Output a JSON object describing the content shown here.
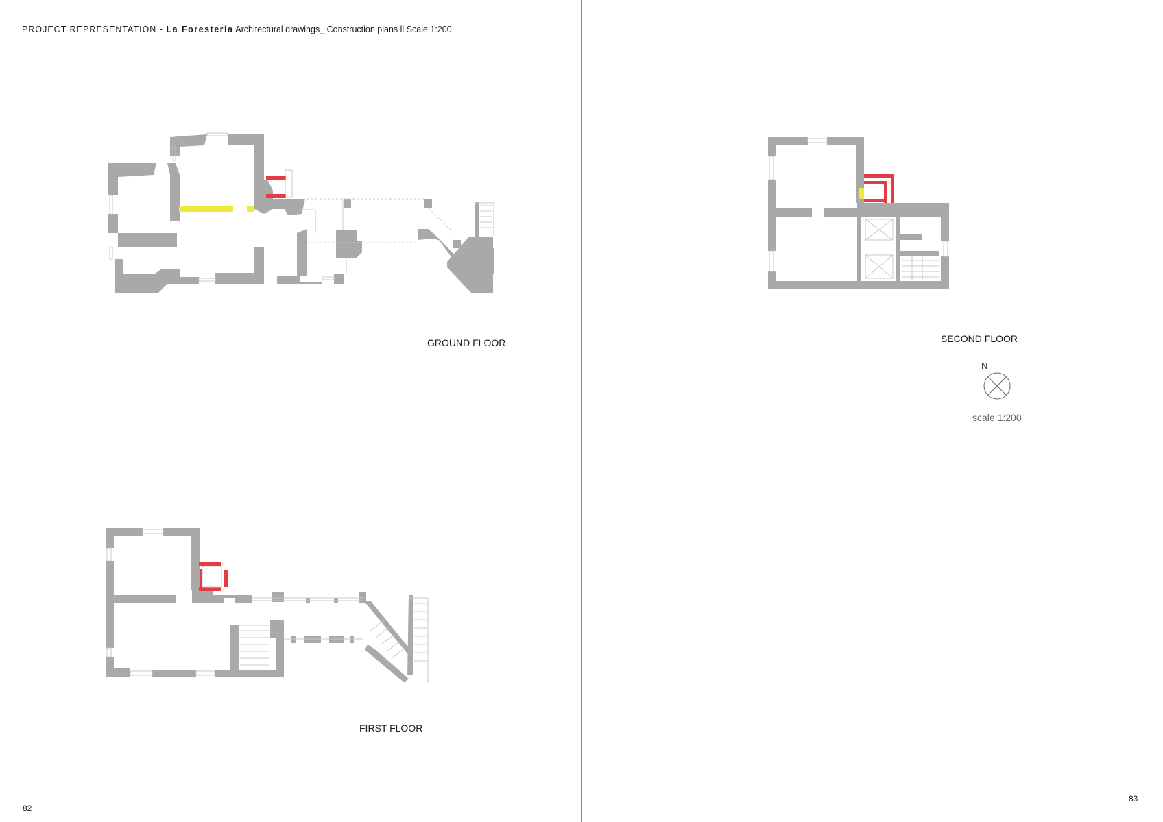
{
  "header": {
    "section": "PROJECT REPRESENTATION - ",
    "project": "La Foresteria",
    "subtitle": " Architectural drawings_ Construction plans ll Scale 1:200"
  },
  "plans": {
    "ground_floor": "GROUND FLOOR",
    "first_floor": "FIRST FLOOR",
    "second_floor": "SECOND FLOOR"
  },
  "north_arrow": {
    "letter": "N"
  },
  "scale_note": "scale 1:200",
  "pages": {
    "left": "82",
    "right": "83"
  },
  "colors": {
    "wall": "#a9a9a9",
    "new_structure": "#e53b43",
    "removed": "#eeea3a",
    "divider": "#8a8a8a"
  }
}
